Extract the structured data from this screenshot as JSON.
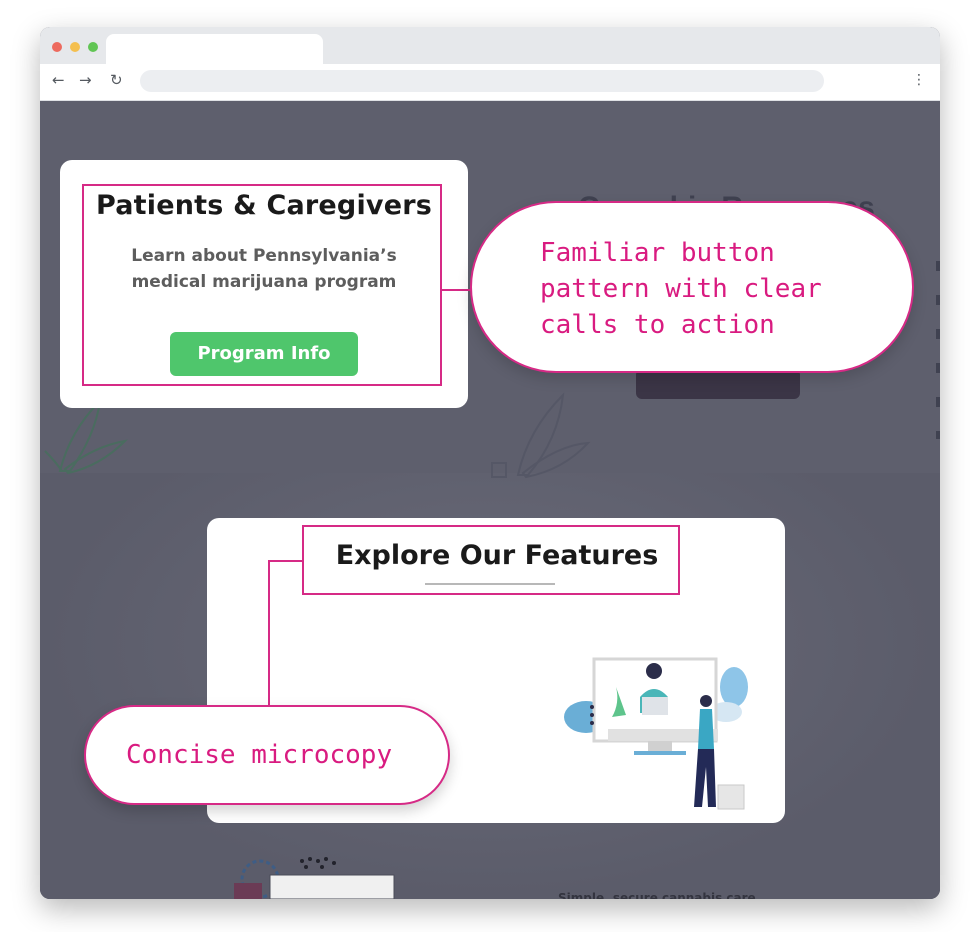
{
  "browser": {
    "nav_back_icon": "←",
    "nav_forward_icon": "→",
    "reload_icon": "↻",
    "menu_icon": "⋮"
  },
  "background": {
    "ghost_heading": "Cannabis Resources",
    "bottom_text": "Simple, secure cannabis care"
  },
  "patients_card": {
    "title": "Patients & Caregivers",
    "description_line1": "Learn about Pennsylvania’s",
    "description_line2": "medical marijuana program",
    "button_label": "Program Info",
    "button_color": "#4fc66c"
  },
  "features_card": {
    "title": "Explore Our Features"
  },
  "callouts": {
    "button_pattern": {
      "line1": "Familiar button",
      "line2": "pattern with clear",
      "line3": "calls to action"
    },
    "microcopy": "Concise microcopy"
  },
  "colors": {
    "annotation": "#d62a86",
    "overlay": "#5e5f6d"
  }
}
